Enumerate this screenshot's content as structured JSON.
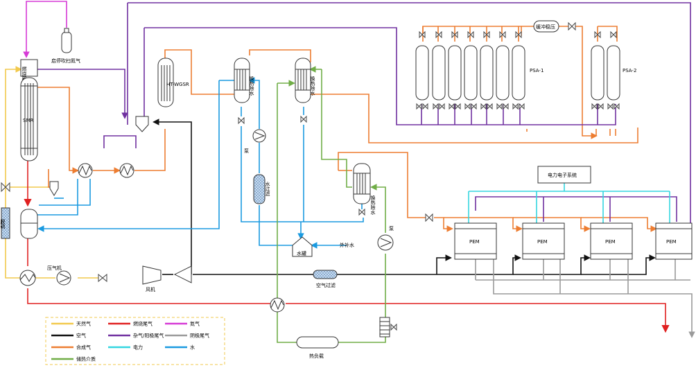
{
  "colors": {
    "natural_gas": "#f2c94c",
    "flue_gas": "#e02020",
    "nitrogen": "#d63ad6",
    "air": "#111111",
    "impurity_gas": "#7030a0",
    "cathode_tail": "#9a9a9a",
    "syngas": "#ed7d31",
    "power": "#33d6e0",
    "water": "#1a9ae0",
    "heat_medium": "#70ad47",
    "equipment": "#333333",
    "valve": "#444444"
  },
  "labels": {
    "burner": "燃烧器",
    "smr": "SMR",
    "purge_n2": "启停吹扫氮气",
    "ht_wgsr": "HT-WGSR",
    "hx_dewater_1": "换热除水",
    "hx_dewater_2": "换热除水",
    "hx_dewater_3": "换热除水",
    "pump_1": "泵",
    "pump_2": "泵",
    "water_filter": "水过滤",
    "water_tank": "水罐",
    "makeup_water": "外补水",
    "desulfur": "脱硫",
    "compressor": "压气机",
    "fan": "风机",
    "air_filter": "空气过滤",
    "buffer": "缓冲稳压",
    "psa1": "PSA-1",
    "psa2": "PSA-2",
    "power_system": "电力电子系统",
    "pem": [
      "PEM",
      "PEM",
      "PEM",
      "PEM"
    ],
    "heat_load": "热负载"
  },
  "legend": {
    "items": [
      {
        "label": "天然气",
        "color_key": "natural_gas"
      },
      {
        "label": "燃烧尾气",
        "color_key": "flue_gas"
      },
      {
        "label": "氮气",
        "color_key": "nitrogen"
      },
      {
        "label": "空气",
        "color_key": "air"
      },
      {
        "label": "杂气/阳极尾气",
        "color_key": "impurity_gas"
      },
      {
        "label": "阴极尾气",
        "color_key": "cathode_tail"
      },
      {
        "label": "合成气",
        "color_key": "syngas"
      },
      {
        "label": "电力",
        "color_key": "power"
      },
      {
        "label": "水",
        "color_key": "water"
      },
      {
        "label": "储热介质",
        "color_key": "heat_medium"
      }
    ]
  }
}
